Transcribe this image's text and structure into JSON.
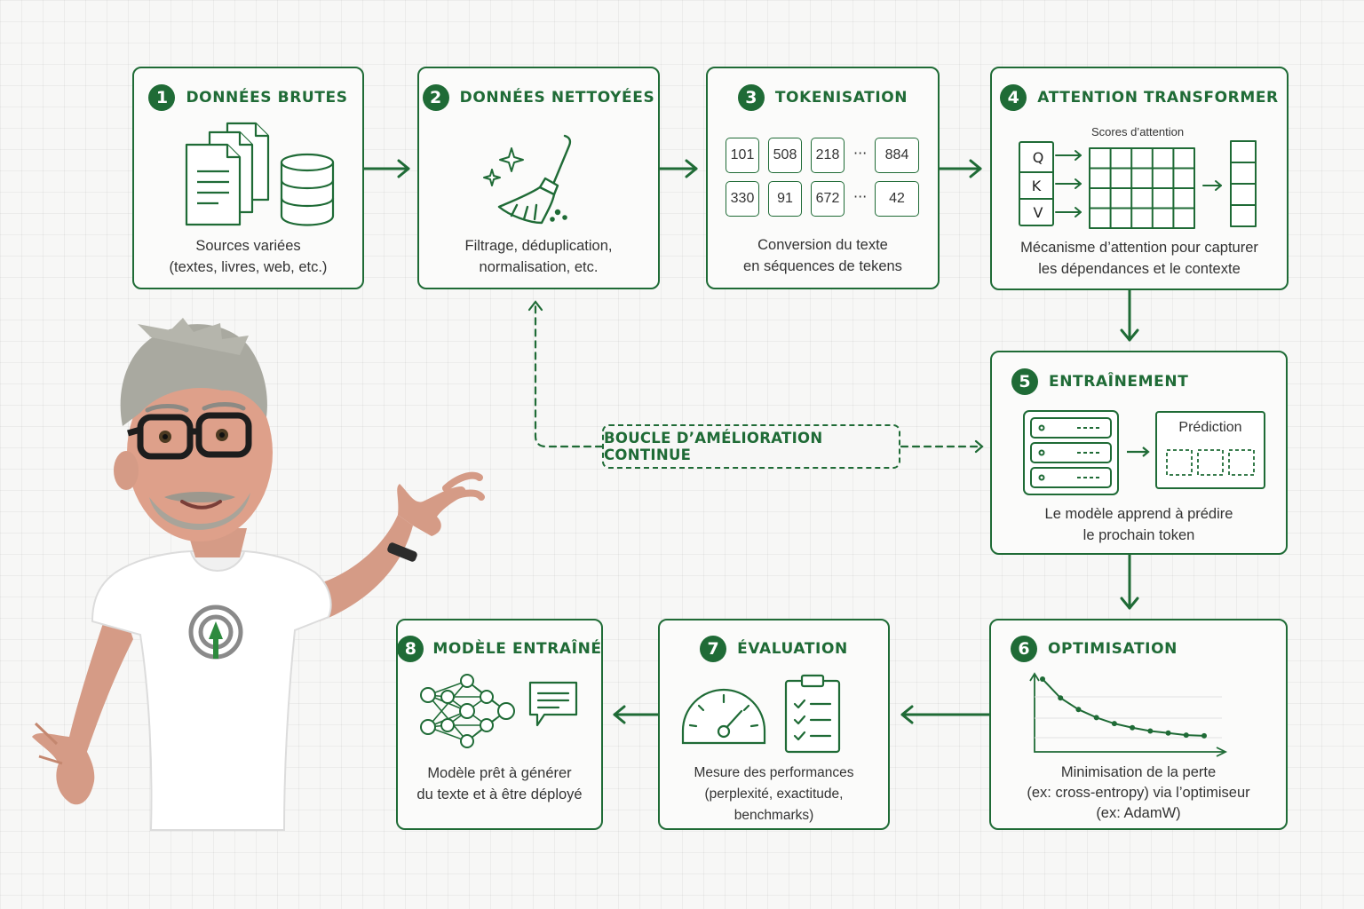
{
  "colors": {
    "accent": "#1f6b36",
    "background": "#f7f7f6"
  },
  "steps": [
    {
      "num": "1",
      "title": "DONNÉES BRUTES",
      "lines": [
        "Sources variées",
        "(textes, livres, web, etc.)"
      ],
      "icons": [
        "documents-icon",
        "database-icon"
      ]
    },
    {
      "num": "2",
      "title": "DONNÉES NETTOYÉES",
      "lines": [
        "Filtrage, déduplication,",
        "normalisation, etc."
      ],
      "icons": [
        "broom-icon",
        "sparkles-icon"
      ]
    },
    {
      "num": "3",
      "title": "TOKENISATION",
      "lines": [
        "Conversion du texte",
        "en séquences de tekens"
      ],
      "tokens_row1": [
        "101",
        "508",
        "218",
        "884"
      ],
      "tokens_row2": [
        "330",
        "91",
        "672",
        "42"
      ],
      "ellipsis": "···"
    },
    {
      "num": "4",
      "title": "ATTENTION TRANSFORMER",
      "lines": [
        "Mécanisme d’attention pour capturer",
        "les dépendances et le contexte"
      ],
      "scores_label": "Scores d’attention",
      "qkv": [
        "Q",
        "K",
        "V"
      ]
    },
    {
      "num": "5",
      "title": "ENTRAÎNEMENT",
      "lines": [
        "Le modèle apprend à prédire",
        "le prochain token"
      ],
      "prediction_label": "Prédiction"
    },
    {
      "num": "6",
      "title": "OPTIMISATION",
      "lines": [
        "Minimisation de la perte",
        "(ex: cross-entropy) via l’optimiseur",
        "(ex: AdamW)"
      ],
      "loss_curve_values": [
        1.0,
        0.72,
        0.55,
        0.43,
        0.34,
        0.28,
        0.23,
        0.2,
        0.17,
        0.16
      ]
    },
    {
      "num": "7",
      "title": "ÉVALUATION",
      "lines": [
        "Mesure des performances",
        "(perplexité, exactitude, benchmarks)"
      ],
      "icons": [
        "gauge-icon",
        "checklist-icon"
      ]
    },
    {
      "num": "8",
      "title": "MODÈLE ENTRAÎNÉ",
      "lines": [
        "Modèle prêt à générer",
        "du texte et à être déployé"
      ],
      "icons": [
        "neural-network-icon",
        "chat-bubble-icon"
      ]
    }
  ],
  "loop": {
    "label": "BOUCLE D’AMÉLIORATION CONTINUE"
  },
  "presenter": {
    "icon": "presenter-avatar-icon"
  }
}
